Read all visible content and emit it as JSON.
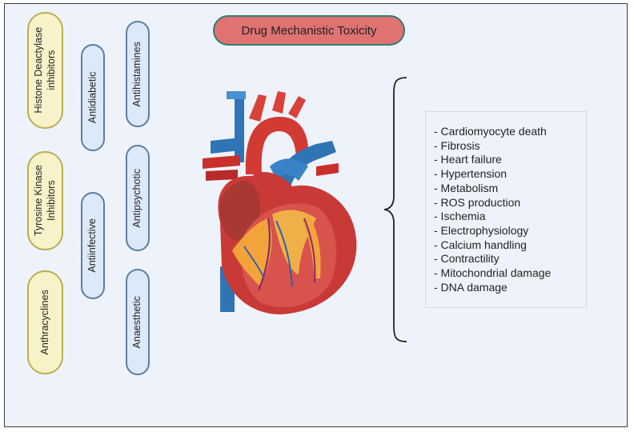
{
  "title": "Drug Mechanistic Toxicity",
  "drug_classes": {
    "histone": "Histone Deactylase\ninhibitors",
    "tki": "Tyrosine Kinase\nInhibitors",
    "anthracyclines": "Anthracyclines",
    "antidiabetic": "Antidiabetic",
    "antiinfective": "Antiinfective",
    "antihistamines": "Antihistamines",
    "antipsychotic": "Antipsychotic",
    "anaesthetic": "Anaesthetic"
  },
  "effects": [
    "- Cardiomyocyte death",
    "- Fibrosis",
    "- Heart failure",
    "- Hypertension",
    "- Metabolism",
    "- ROS production",
    "- Ischemia",
    "- Electrophysiology",
    "- Calcium handling",
    "- Contractility",
    "- Mitochondrial damage",
    "- DNA damage"
  ],
  "colors": {
    "title_fill": "#e07272",
    "title_border": "#2f7d74",
    "yellow_pill": "#f7f2c8",
    "blue_pill": "#dbe9f8",
    "background": "#eef3fb"
  },
  "icons": {
    "heart": "anatomical-heart-icon",
    "bracket": "curly-brace-icon"
  }
}
